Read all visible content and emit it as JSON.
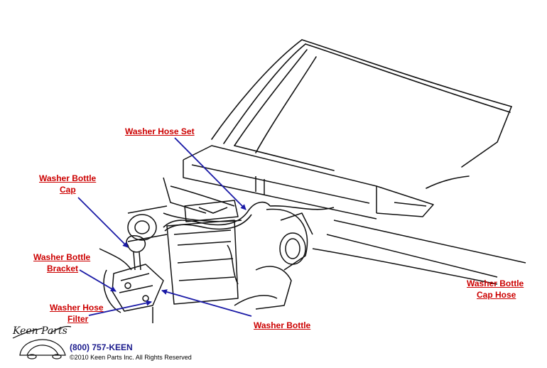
{
  "labels": {
    "washer_hose_set": "Washer Hose Set",
    "washer_bottle_cap_l1": "Washer Bottle",
    "washer_bottle_cap_l2": "Cap",
    "washer_bottle_bracket_l1": "Washer Bottle",
    "washer_bottle_bracket_l2": "Bracket",
    "washer_hose_filter_l1": "Washer Hose",
    "washer_hose_filter_l2": "Filter",
    "washer_bottle": "Washer Bottle",
    "washer_bottle_cap_hose_l1": "Washer Bottle",
    "washer_bottle_cap_hose_l2": "Cap Hose"
  },
  "footer": {
    "logo_text": "Keen Parts",
    "phone": "(800) 757-KEEN",
    "copyright": "©2010 Keen Parts Inc. All Rights Reserved"
  },
  "colors": {
    "link": "#cc0000",
    "arrow": "#1a1aa6",
    "line": "#111111"
  }
}
